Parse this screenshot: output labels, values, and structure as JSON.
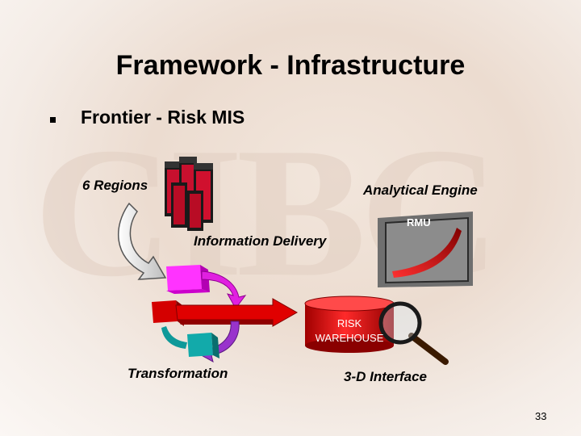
{
  "slide": {
    "title": "Framework - Infrastructure",
    "bullet_text": "Frontier - Risk MIS",
    "page_number": "33",
    "watermark": "CIBC"
  },
  "diagram": {
    "regions_label": "6 Regions",
    "engine_label": "Analytical Engine",
    "rmu_label": "RMU",
    "delivery_label": "Information Delivery",
    "riskhouse_line1": "RISK",
    "riskhouse_line2": "WAREHOUSE",
    "transformation_label": "Transformation",
    "interface_label": "3-D Interface"
  },
  "colors": {
    "server": "#c8102e",
    "arrow_red": "#d40000",
    "magenta_block": "#ff33ff",
    "teal_block": "#0f9999",
    "purple_arrow": "#9933cc",
    "cylinder": "#e00000",
    "monitor": "#8c8c8c"
  }
}
